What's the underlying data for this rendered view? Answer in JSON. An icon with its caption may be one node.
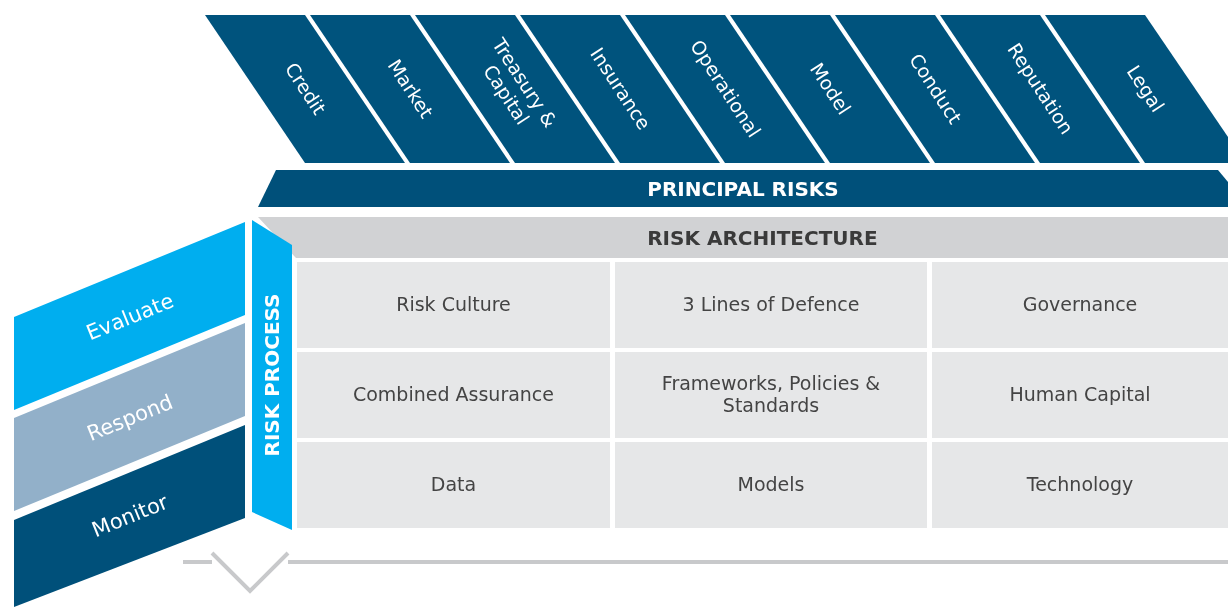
{
  "diagram": {
    "nodes": [
      {
        "text": [
          "Credit"
        ]
      },
      {
        "text": [
          "Market"
        ]
      },
      {
        "text": [
          "Treasury & Capital"
        ]
      },
      {
        "text": [
          "Insurance"
        ]
      },
      {
        "text": [
          "Operational"
        ]
      },
      {
        "text": [
          "Model"
        ]
      },
      {
        "text": [
          "Conduct"
        ]
      },
      {
        "text": [
          "Reputation"
        ]
      },
      {
        "text": [
          "Legal"
        ]
      },
      {
        "text": [
          "PRINCIPAL RISKS"
        ]
      },
      {
        "text": [
          "RISK ARCHITECTURE"
        ]
      },
      {
        "text": [
          "Risk Culture"
        ]
      },
      {
        "text": [
          "3 Lines of Defence"
        ]
      },
      {
        "text": [
          "Governance"
        ]
      },
      {
        "text": [
          "Combined Assurance"
        ]
      },
      {
        "text": [
          "Frameworks, Policies & Standards"
        ]
      },
      {
        "text": [
          "Human Capital"
        ]
      },
      {
        "text": [
          "Data"
        ]
      },
      {
        "text": [
          "Models"
        ]
      },
      {
        "text": [
          "Technology"
        ]
      },
      {
        "text": [
          "RISK PROCESS"
        ]
      },
      {
        "text": [
          "Evaluate"
        ]
      },
      {
        "text": [
          "Respond"
        ]
      },
      {
        "text": [
          "Monitor"
        ]
      }
    ]
  }
}
